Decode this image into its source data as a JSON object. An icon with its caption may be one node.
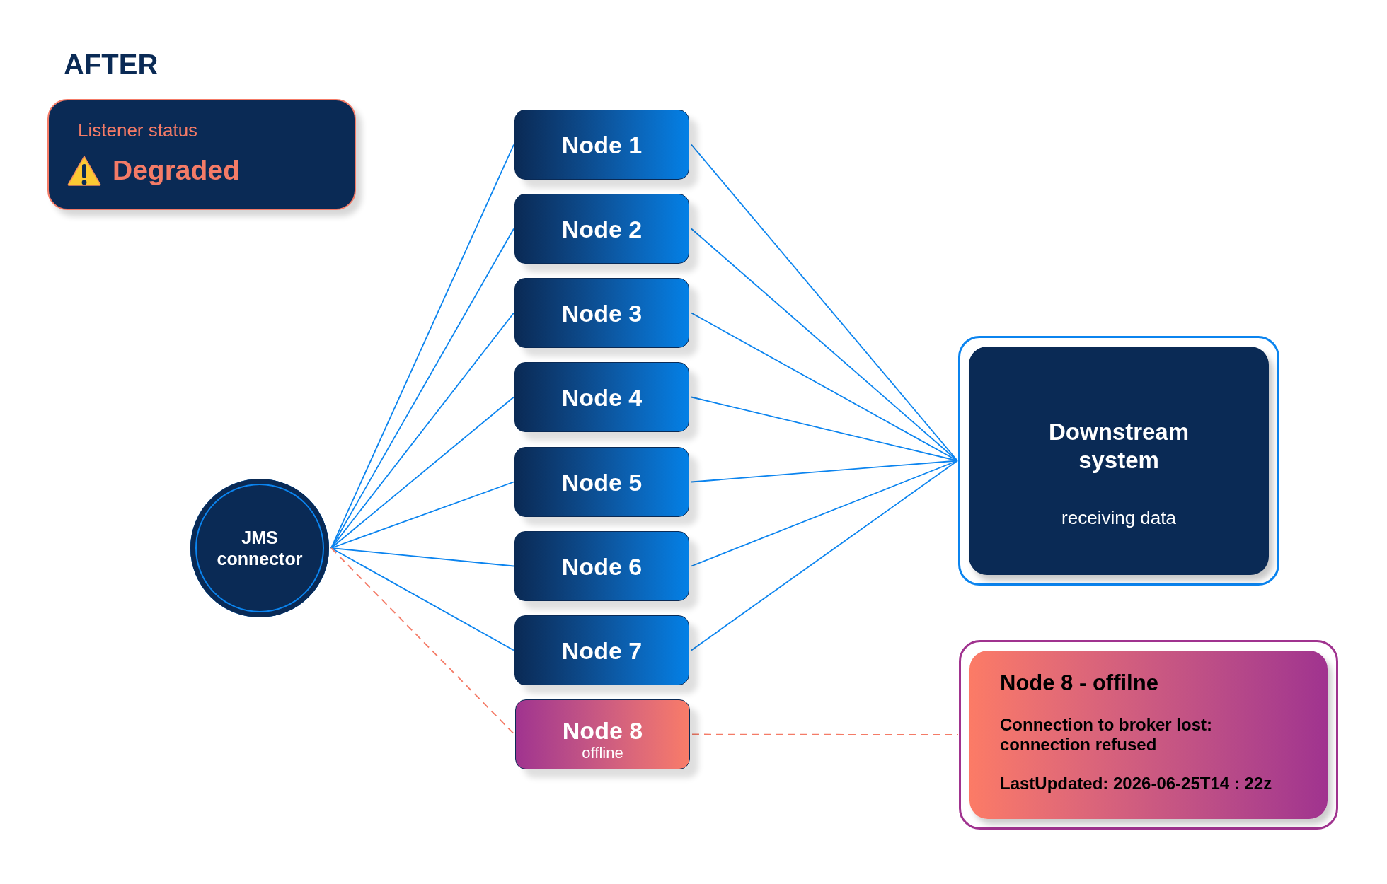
{
  "diagram": {
    "title": "AFTER",
    "nodes": [
      {
        "text": [
          "Listener status",
          "Degraded"
        ]
      },
      {
        "text": [
          "JMS connector"
        ]
      },
      {
        "text": [
          "Node 1"
        ]
      },
      {
        "text": [
          "Node 2"
        ]
      },
      {
        "text": [
          "Node 3"
        ]
      },
      {
        "text": [
          "Node 4"
        ]
      },
      {
        "text": [
          "Node 5"
        ]
      },
      {
        "text": [
          "Node 6"
        ]
      },
      {
        "text": [
          "Node 7"
        ]
      },
      {
        "text": [
          "Node 8",
          "offline"
        ]
      },
      {
        "text": [
          "Downstream system",
          "receiving data"
        ]
      },
      {
        "text": [
          "Node 8 - offilne",
          "Connection to broker lost: connection refused",
          "LastUpdated: 2026-06-25T14 : 22z"
        ]
      }
    ],
    "edges": [
      {
        "from": 1,
        "to": 2,
        "arrow": "none"
      },
      {
        "from": 1,
        "to": 3,
        "arrow": "none"
      },
      {
        "from": 1,
        "to": 4,
        "arrow": "none"
      },
      {
        "from": 1,
        "to": 5,
        "arrow": "none"
      },
      {
        "from": 1,
        "to": 6,
        "arrow": "none"
      },
      {
        "from": 1,
        "to": 7,
        "arrow": "none"
      },
      {
        "from": 1,
        "to": 8,
        "arrow": "none"
      },
      {
        "from": 1,
        "to": 9,
        "arrow": "none",
        "style": "dashed",
        "color": "#f47b67"
      },
      {
        "from": 2,
        "to": 10,
        "arrow": "none"
      },
      {
        "from": 3,
        "to": 10,
        "arrow": "none"
      },
      {
        "from": 4,
        "to": 10,
        "arrow": "none"
      },
      {
        "from": 5,
        "to": 10,
        "arrow": "none"
      },
      {
        "from": 6,
        "to": 10,
        "arrow": "none"
      },
      {
        "from": 7,
        "to": 10,
        "arrow": "none"
      },
      {
        "from": 8,
        "to": 10,
        "arrow": "none"
      },
      {
        "from": 9,
        "to": 11,
        "arrow": "none",
        "style": "dashed",
        "color": "#f47b67"
      }
    ]
  }
}
